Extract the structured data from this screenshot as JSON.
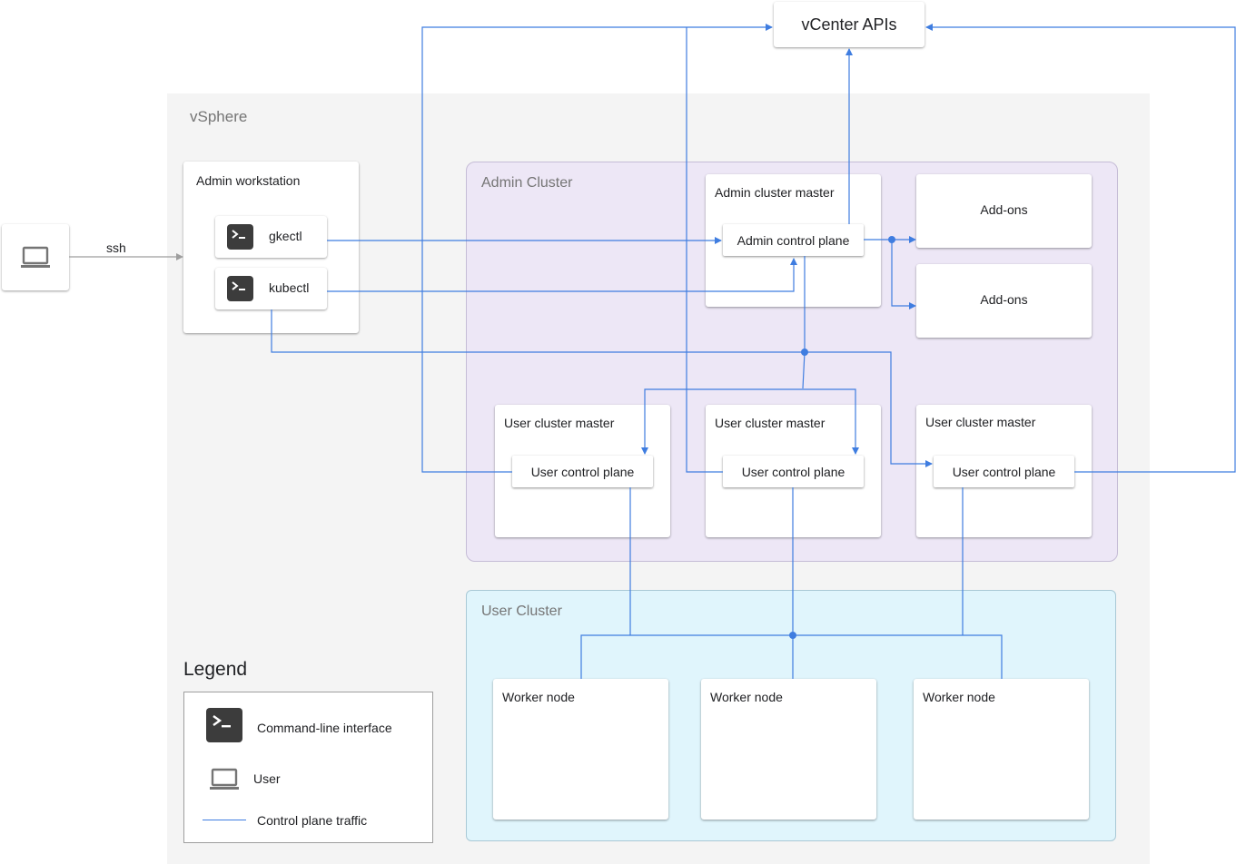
{
  "top": {
    "vcenter_label": "vCenter APIs"
  },
  "user_device": {
    "icon": "laptop-icon",
    "edge_label": "ssh"
  },
  "vsphere": {
    "title": "vSphere"
  },
  "admin_workstation": {
    "title": "Admin workstation",
    "tools": [
      {
        "label": "gkectl",
        "icon": "terminal-icon"
      },
      {
        "label": "kubectl",
        "icon": "terminal-icon"
      }
    ]
  },
  "admin_cluster": {
    "title": "Admin Cluster",
    "master_title": "Admin cluster master",
    "control_plane_label": "Admin control plane",
    "addons": [
      "Add-ons",
      "Add-ons"
    ],
    "user_masters": [
      {
        "title": "User cluster master",
        "control_plane_label": "User control plane"
      },
      {
        "title": "User cluster master",
        "control_plane_label": "User control plane"
      },
      {
        "title": "User cluster master",
        "control_plane_label": "User control plane"
      }
    ]
  },
  "user_cluster": {
    "title": "User Cluster",
    "workers": [
      "Worker node",
      "Worker node",
      "Worker node"
    ]
  },
  "legend": {
    "title": "Legend",
    "items": [
      {
        "label": "Command-line interface",
        "icon": "terminal-icon"
      },
      {
        "label": "User",
        "icon": "laptop-icon"
      },
      {
        "label": "Control plane traffic",
        "icon": "line-swatch"
      }
    ]
  },
  "colors": {
    "line": "#3f7de0",
    "vsphere_bg": "#f4f4f4",
    "admin_cluster_bg": "#ede7f6",
    "admin_cluster_border": "#c5bcd6",
    "user_cluster_bg": "#e0f5fc",
    "user_cluster_border": "#a9c9d6",
    "terminal_bg": "#3c3c3c"
  }
}
